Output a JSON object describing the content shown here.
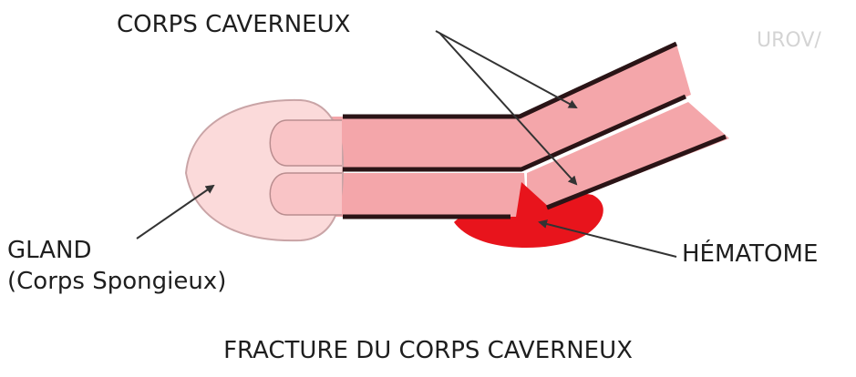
{
  "labels": {
    "corps_caverneux": "CORPS CAVERNEUX",
    "gland_line1": "GLAND",
    "gland_line2": "(Corps Spongieux)",
    "hematome": "HÉMATOME",
    "watermark": "UROV/",
    "caption": "FRACTURE DU CORPS CAVERNEUX"
  },
  "colors": {
    "shaft_fill": "#f4a6aa",
    "shaft_highlight": "#f9c4c6",
    "gland_fill": "#fbdada",
    "outline": "#2a1416",
    "hematoma": "#e8141c",
    "arrow": "#333333"
  }
}
